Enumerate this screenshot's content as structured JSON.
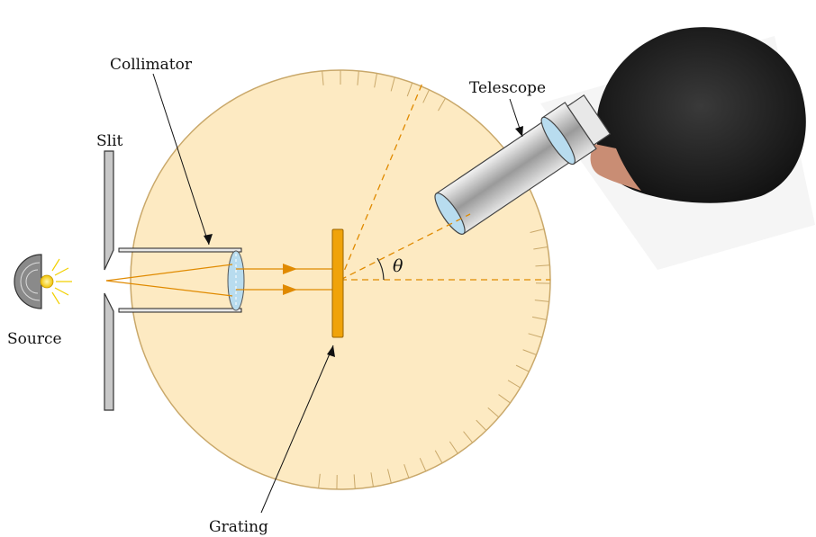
{
  "labels": {
    "collimator": "Collimator",
    "slit": "Slit",
    "source": "Source",
    "telescope": "Telescope",
    "grating": "Grating",
    "angle": "θ"
  },
  "colors": {
    "table_fill": "#fdeac2",
    "table_edge": "#c9a86a",
    "ray": "#e08a00",
    "grating": "#f0a30a",
    "lens": "#b8dcef",
    "metal": "#c8c8c8"
  }
}
